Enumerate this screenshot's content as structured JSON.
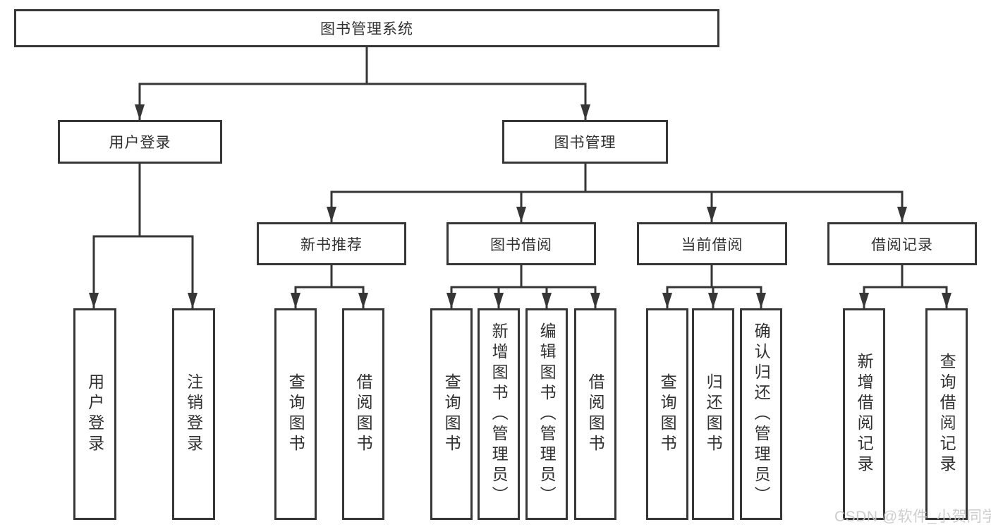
{
  "diagram": {
    "type": "hierarchy",
    "tree": {
      "root": {
        "label": "图书管理系统",
        "children": [
          {
            "label": "用户登录",
            "children": [
              {
                "label": "用户登录"
              },
              {
                "label": "注销登录"
              }
            ]
          },
          {
            "label": "图书管理",
            "children": [
              {
                "label": "新书推荐",
                "children": [
                  {
                    "label": "查询图书"
                  },
                  {
                    "label": "借阅图书"
                  }
                ]
              },
              {
                "label": "图书借阅",
                "children": [
                  {
                    "label": "查询图书"
                  },
                  {
                    "label": "新增图书（管理员）"
                  },
                  {
                    "label": "编辑图书（管理员）"
                  },
                  {
                    "label": "借阅图书"
                  }
                ]
              },
              {
                "label": "当前借阅",
                "children": [
                  {
                    "label": "查询图书"
                  },
                  {
                    "label": "归还图书"
                  },
                  {
                    "label": "确认归还（管理员）"
                  }
                ]
              },
              {
                "label": "借阅记录",
                "children": [
                  {
                    "label": "新增借阅记录"
                  },
                  {
                    "label": "查询借阅记录"
                  }
                ]
              }
            ]
          }
        ]
      }
    },
    "colors": {
      "line": "#363636",
      "text": "#303030",
      "background": "#ffffff",
      "watermark": "#c9c9c9"
    }
  },
  "watermark": {
    "text": "CSDN @软件_小贺同学"
  }
}
